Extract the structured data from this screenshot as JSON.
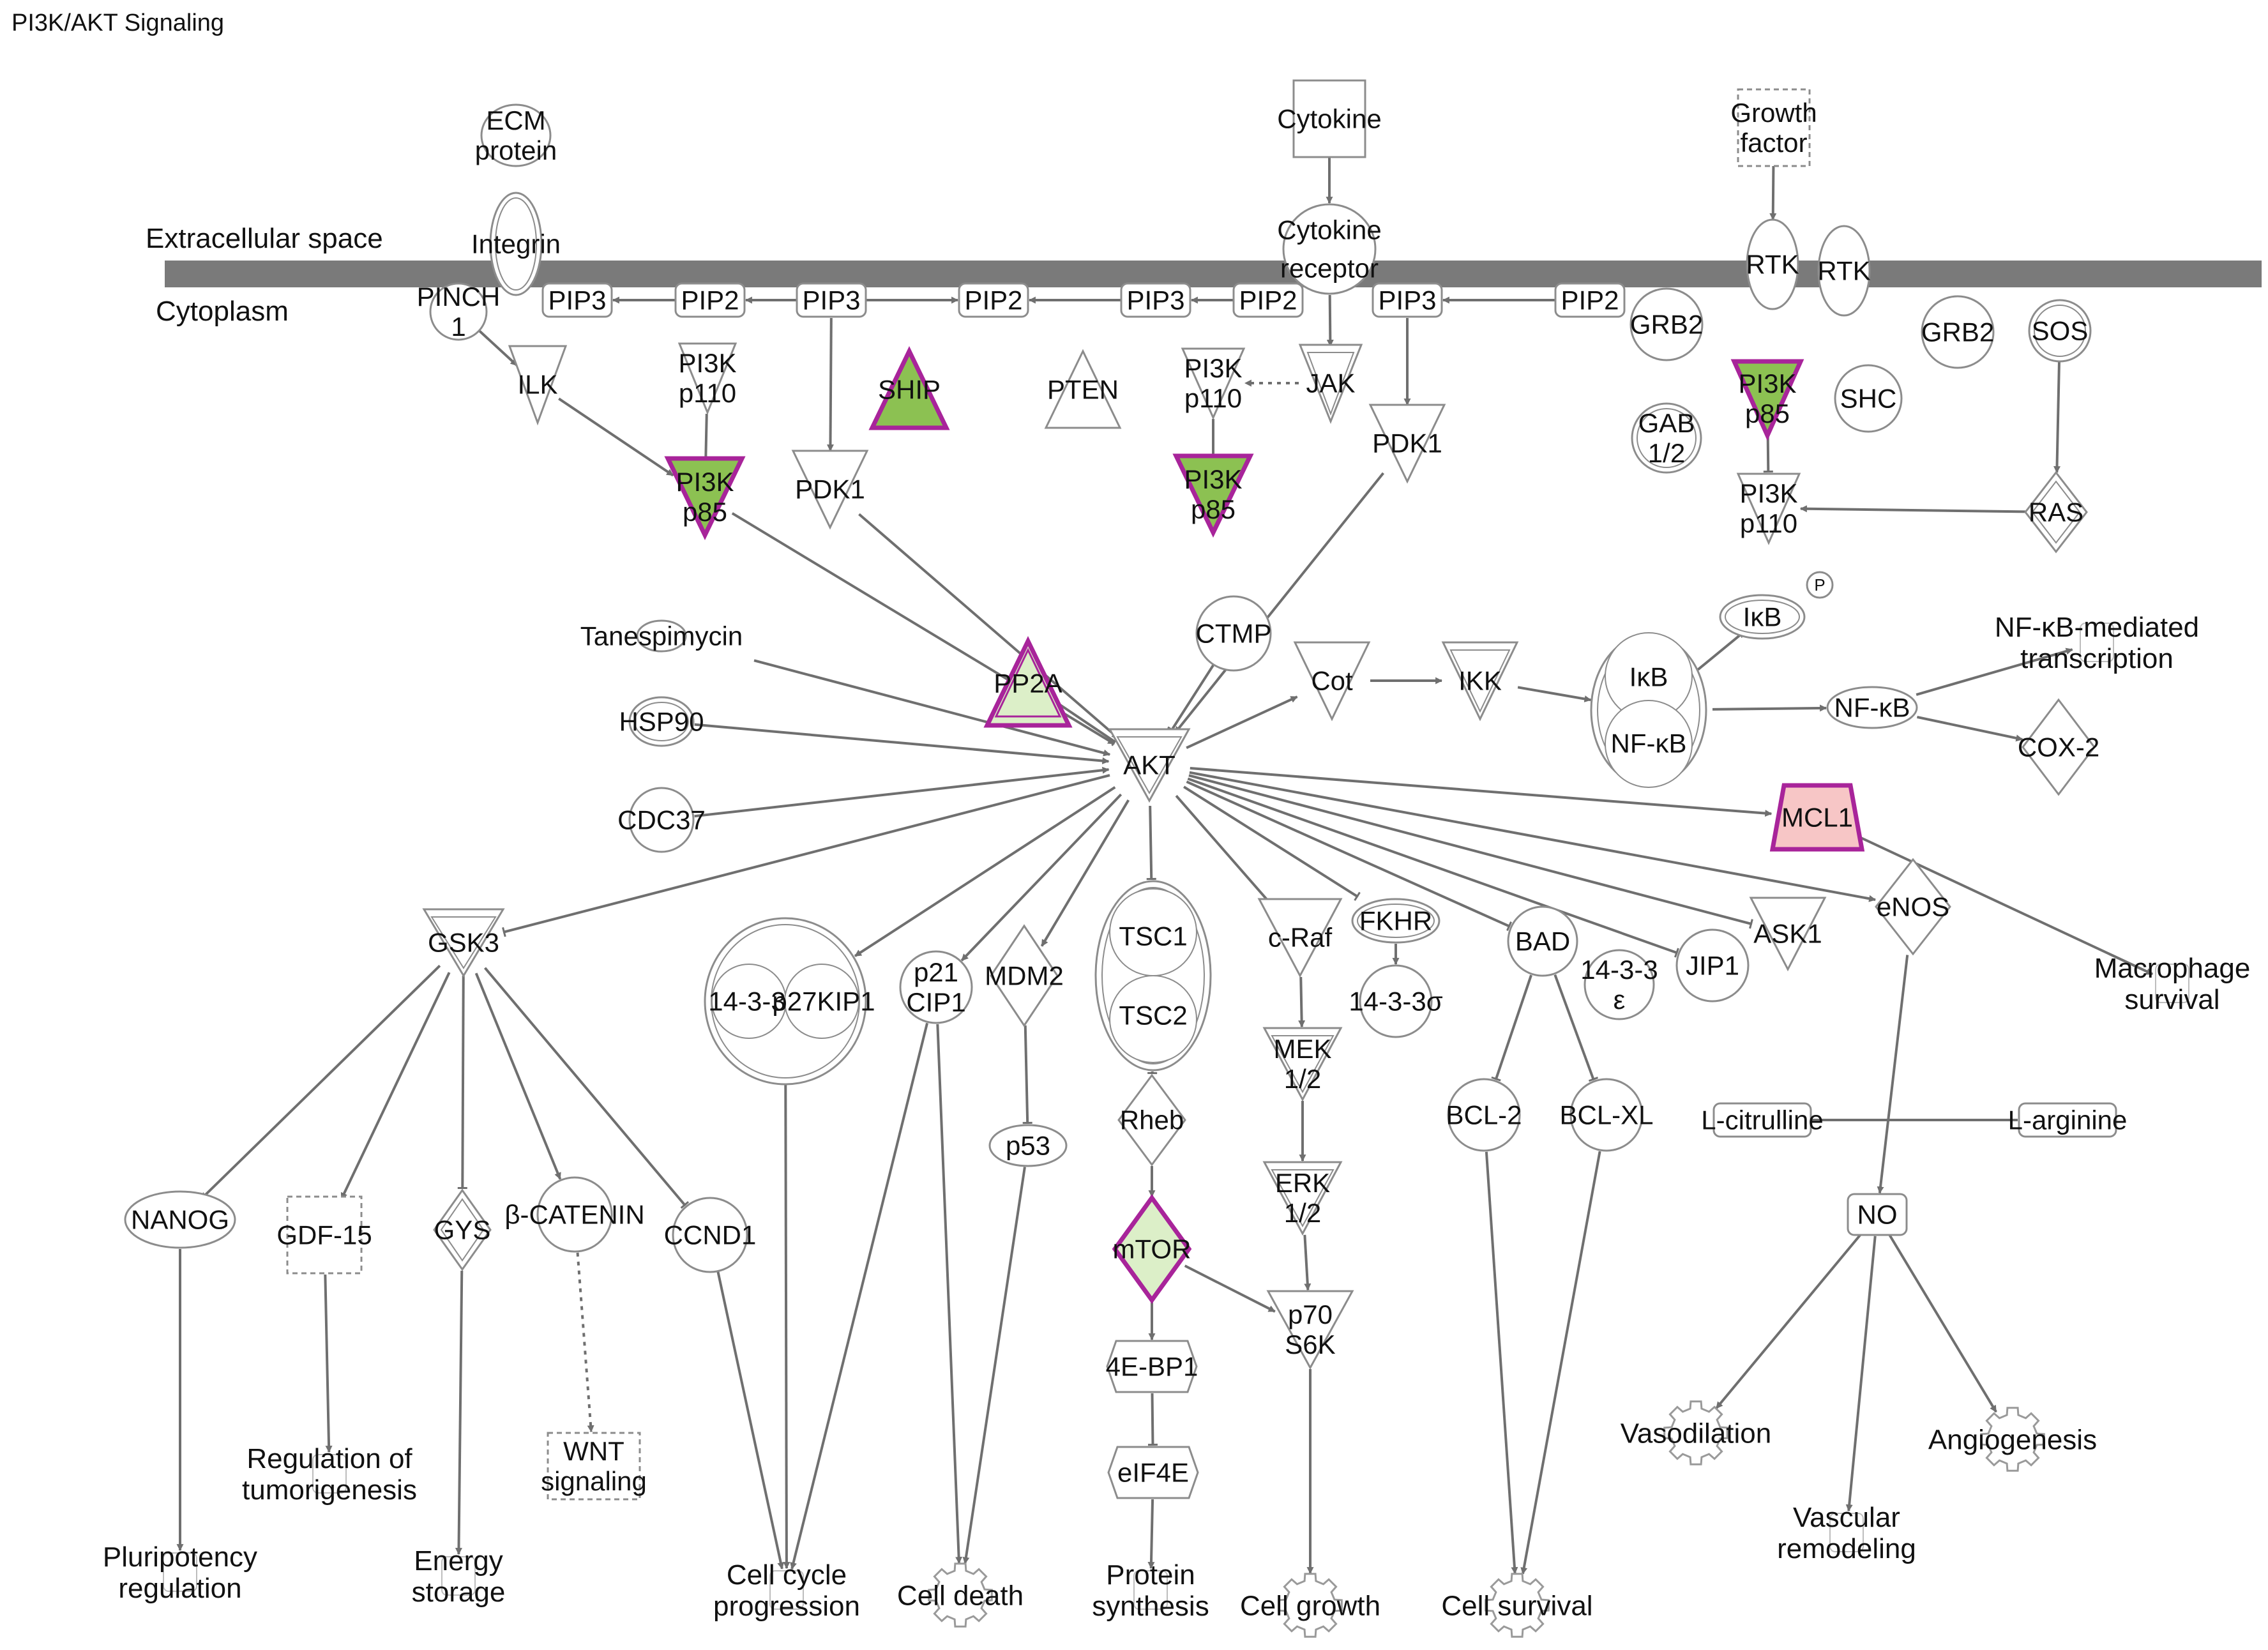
{
  "title": "PI3K/AKT Signaling",
  "compartments": {
    "extracellular": "Extracellular space",
    "cytoplasm": "Cytoplasm"
  },
  "colors": {
    "membrane": "#7a7a7a",
    "edge": "#6f6f6f",
    "node_stroke": "#8c8c8c",
    "highlight_stroke": "#a8249a",
    "down_fill": "#8cc152",
    "down_light_fill": "#dcefc8",
    "up_fill": "#f7c6c6",
    "title": "#3a3aa8"
  },
  "nodes": [
    {
      "id": "ecm",
      "lines": [
        "ECM",
        "protein"
      ],
      "shape": "ellipse"
    },
    {
      "id": "integrin",
      "lines": [
        "Integrin"
      ],
      "shape": "double-ellipse"
    },
    {
      "id": "pinch",
      "lines": [
        "PINCH",
        "1"
      ],
      "shape": "circle"
    },
    {
      "id": "ilk",
      "lines": [
        "ILK"
      ],
      "shape": "triangle-down"
    },
    {
      "id": "pip3a",
      "lines": [
        "PIP3"
      ],
      "shape": "rounded-rect"
    },
    {
      "id": "pip2a",
      "lines": [
        "PIP2"
      ],
      "shape": "rounded-rect"
    },
    {
      "id": "pi3kp110a",
      "lines": [
        "PI3K",
        "p110"
      ],
      "shape": "triangle-down"
    },
    {
      "id": "pip3b",
      "lines": [
        "PIP3"
      ],
      "shape": "rounded-rect"
    },
    {
      "id": "ship",
      "lines": [
        "SHIP"
      ],
      "shape": "triangle-up",
      "fill": "down"
    },
    {
      "id": "pip2b",
      "lines": [
        "PIP2"
      ],
      "shape": "rounded-rect"
    },
    {
      "id": "pten",
      "lines": [
        "PTEN"
      ],
      "shape": "triangle-up"
    },
    {
      "id": "pip3c",
      "lines": [
        "PIP3"
      ],
      "shape": "rounded-rect"
    },
    {
      "id": "pip2c",
      "lines": [
        "PIP2"
      ],
      "shape": "rounded-rect"
    },
    {
      "id": "pi3kp110b",
      "lines": [
        "PI3K",
        "p110"
      ],
      "shape": "triangle-down"
    },
    {
      "id": "cytokine",
      "lines": [
        "Cytokine"
      ],
      "shape": "rect"
    },
    {
      "id": "cytrec",
      "lines": [
        "Cytokine",
        "receptor"
      ],
      "shape": "ellipse"
    },
    {
      "id": "jak",
      "lines": [
        "JAK"
      ],
      "shape": "double-triangle-down"
    },
    {
      "id": "pip3d",
      "lines": [
        "PIP3"
      ],
      "shape": "rounded-rect"
    },
    {
      "id": "pip2d",
      "lines": [
        "PIP2"
      ],
      "shape": "rounded-rect"
    },
    {
      "id": "pdk1b",
      "lines": [
        "PDK1"
      ],
      "shape": "triangle-down"
    },
    {
      "id": "gf",
      "lines": [
        "Growth",
        "factor"
      ],
      "shape": "dashed-rect"
    },
    {
      "id": "rtk1",
      "lines": [
        "RTK"
      ],
      "shape": "ellipse"
    },
    {
      "id": "rtk2",
      "lines": [
        "RTK"
      ],
      "shape": "ellipse"
    },
    {
      "id": "grb2a",
      "lines": [
        "GRB2"
      ],
      "shape": "circle"
    },
    {
      "id": "gab",
      "lines": [
        "GAB",
        "1/2"
      ],
      "shape": "double-circle"
    },
    {
      "id": "pi3kp85c",
      "lines": [
        "PI3K",
        "p85"
      ],
      "shape": "triangle-down",
      "fill": "down"
    },
    {
      "id": "shc",
      "lines": [
        "SHC"
      ],
      "shape": "circle"
    },
    {
      "id": "grb2b",
      "lines": [
        "GRB2"
      ],
      "shape": "circle"
    },
    {
      "id": "sos",
      "lines": [
        "SOS"
      ],
      "shape": "double-circle"
    },
    {
      "id": "pi3kp110c",
      "lines": [
        "PI3K",
        "p110"
      ],
      "shape": "triangle-down"
    },
    {
      "id": "ras",
      "lines": [
        "RAS"
      ],
      "shape": "double-diamond"
    },
    {
      "id": "pi3kp85a",
      "lines": [
        "PI3K",
        "p85"
      ],
      "shape": "triangle-down",
      "fill": "down"
    },
    {
      "id": "pdk1a",
      "lines": [
        "PDK1"
      ],
      "shape": "triangle-down"
    },
    {
      "id": "pi3kp85b",
      "lines": [
        "PI3K",
        "p85"
      ],
      "shape": "triangle-down",
      "fill": "down"
    },
    {
      "id": "tane",
      "lines": [
        "Tanespimycin"
      ],
      "shape": "ellipse"
    },
    {
      "id": "hsp90",
      "lines": [
        "HSP90"
      ],
      "shape": "double-ellipse"
    },
    {
      "id": "cdc37",
      "lines": [
        "CDC37"
      ],
      "shape": "circle"
    },
    {
      "id": "pp2a",
      "lines": [
        "PP2A"
      ],
      "shape": "double-triangle-up",
      "fill": "down-light"
    },
    {
      "id": "ctmp",
      "lines": [
        "CTMP"
      ],
      "shape": "circle"
    },
    {
      "id": "akt",
      "lines": [
        "AKT"
      ],
      "shape": "double-triangle-down"
    },
    {
      "id": "cot",
      "lines": [
        "Cot"
      ],
      "shape": "triangle-down"
    },
    {
      "id": "ikk",
      "lines": [
        "IKK"
      ],
      "shape": "double-triangle-down"
    },
    {
      "id": "ikbcomplex",
      "lines": [
        "IκB",
        "NF-κB"
      ],
      "shape": "complex"
    },
    {
      "id": "ikbp",
      "lines": [
        "IκB"
      ],
      "shape": "double-ellipse"
    },
    {
      "id": "phospho",
      "lines": [
        "P"
      ],
      "shape": "small-circle"
    },
    {
      "id": "nfkb",
      "lines": [
        "NF-κB"
      ],
      "shape": "ellipse"
    },
    {
      "id": "nfkbtx",
      "lines": [
        "NF-κB-mediated",
        "transcription"
      ],
      "shape": "process"
    },
    {
      "id": "cox2",
      "lines": [
        "COX-2"
      ],
      "shape": "diamond"
    },
    {
      "id": "mcl1",
      "lines": [
        "MCL1"
      ],
      "shape": "trapezoid",
      "fill": "up"
    },
    {
      "id": "enos",
      "lines": [
        "eNOS"
      ],
      "shape": "diamond"
    },
    {
      "id": "macro",
      "lines": [
        "Macrophage",
        "survival"
      ],
      "shape": "process"
    },
    {
      "id": "gsk3",
      "lines": [
        "GSK3"
      ],
      "shape": "double-triangle-down"
    },
    {
      "id": "cc1433",
      "lines": [
        "14-3-3",
        "p27KIP1"
      ],
      "shape": "complex"
    },
    {
      "id": "p21",
      "lines": [
        "p21",
        "CIP1"
      ],
      "shape": "circle"
    },
    {
      "id": "mdm2",
      "lines": [
        "MDM2"
      ],
      "shape": "diamond"
    },
    {
      "id": "tsc",
      "lines": [
        "TSC1",
        "TSC2"
      ],
      "shape": "complex"
    },
    {
      "id": "craf",
      "lines": [
        "c-Raf"
      ],
      "shape": "triangle-down"
    },
    {
      "id": "fkhr",
      "lines": [
        "FKHR"
      ],
      "shape": "double-ellipse"
    },
    {
      "id": "sigma",
      "lines": [
        "14-3-3σ"
      ],
      "shape": "circle"
    },
    {
      "id": "bad",
      "lines": [
        "BAD"
      ],
      "shape": "circle"
    },
    {
      "id": "e1433",
      "lines": [
        "14-3-3",
        "ε"
      ],
      "shape": "circle"
    },
    {
      "id": "jip1",
      "lines": [
        "JIP1"
      ],
      "shape": "circle"
    },
    {
      "id": "ask1",
      "lines": [
        "ASK1"
      ],
      "shape": "triangle-down"
    },
    {
      "id": "nanog",
      "lines": [
        "NANOG"
      ],
      "shape": "ellipse"
    },
    {
      "id": "gdf15",
      "lines": [
        "GDF-15"
      ],
      "shape": "dashed-rect"
    },
    {
      "id": "gys",
      "lines": [
        "GYS"
      ],
      "shape": "double-diamond"
    },
    {
      "id": "bcat",
      "lines": [
        "β-CATENIN"
      ],
      "shape": "circle"
    },
    {
      "id": "ccnd1",
      "lines": [
        "CCND1"
      ],
      "shape": "circle"
    },
    {
      "id": "p53",
      "lines": [
        "p53"
      ],
      "shape": "ellipse"
    },
    {
      "id": "rheb",
      "lines": [
        "Rheb"
      ],
      "shape": "diamond"
    },
    {
      "id": "mek",
      "lines": [
        "MEK",
        "1/2"
      ],
      "shape": "double-triangle-down"
    },
    {
      "id": "erk",
      "lines": [
        "ERK",
        "1/2"
      ],
      "shape": "double-triangle-down"
    },
    {
      "id": "mtor",
      "lines": [
        "mTOR"
      ],
      "shape": "diamond",
      "fill": "down-light"
    },
    {
      "id": "p70",
      "lines": [
        "p70",
        "S6K"
      ],
      "shape": "triangle-down"
    },
    {
      "id": "bp1",
      "lines": [
        "4E-BP1"
      ],
      "shape": "hexagon"
    },
    {
      "id": "eif4e",
      "lines": [
        "eIF4E"
      ],
      "shape": "hexagon"
    },
    {
      "id": "bcl2",
      "lines": [
        "BCL-2"
      ],
      "shape": "circle"
    },
    {
      "id": "bclxl",
      "lines": [
        "BCL-XL"
      ],
      "shape": "circle"
    },
    {
      "id": "lcit",
      "lines": [
        "L-citrulline"
      ],
      "shape": "rounded-rect"
    },
    {
      "id": "larg",
      "lines": [
        "L-arginine"
      ],
      "shape": "rounded-rect"
    },
    {
      "id": "no",
      "lines": [
        "NO"
      ],
      "shape": "rounded-rect"
    },
    {
      "id": "regtum",
      "lines": [
        "Regulation of",
        "tumorigenesis"
      ],
      "shape": "process"
    },
    {
      "id": "wnt",
      "lines": [
        "WNT",
        "signaling"
      ],
      "shape": "dashed-rect"
    },
    {
      "id": "plur",
      "lines": [
        "Pluripotency",
        "regulation"
      ],
      "shape": "process"
    },
    {
      "id": "energy",
      "lines": [
        "Energy",
        "storage"
      ],
      "shape": "process"
    },
    {
      "id": "ccprog",
      "lines": [
        "Cell cycle",
        "progression"
      ],
      "shape": "process"
    },
    {
      "id": "celldeath",
      "lines": [
        "Cell death"
      ],
      "shape": "function"
    },
    {
      "id": "protsyn",
      "lines": [
        "Protein",
        "synthesis"
      ],
      "shape": "process"
    },
    {
      "id": "cellgrowth",
      "lines": [
        "Cell growth"
      ],
      "shape": "function"
    },
    {
      "id": "cellsurv",
      "lines": [
        "Cell survival"
      ],
      "shape": "function"
    },
    {
      "id": "vasodil",
      "lines": [
        "Vasodilation"
      ],
      "shape": "function"
    },
    {
      "id": "vascrem",
      "lines": [
        "Vascular",
        "remodeling"
      ],
      "shape": "process"
    },
    {
      "id": "angio",
      "lines": [
        "Angiogenesis"
      ],
      "shape": "function"
    }
  ]
}
